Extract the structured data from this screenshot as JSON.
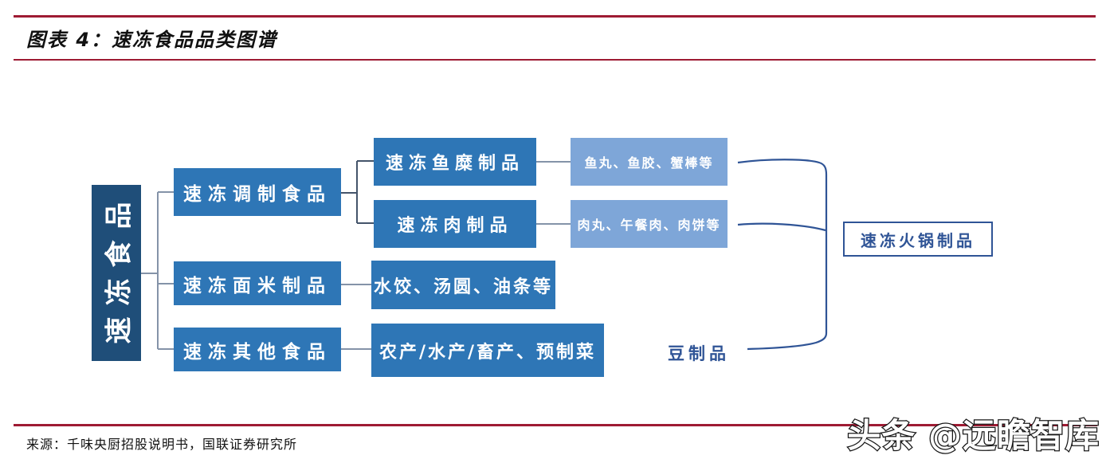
{
  "figure": {
    "title": "图表 4：速冻食品品类图谱",
    "source": "来源：千味央厨招股说明书，国联证券研究所",
    "watermark": "头条 @远瞻智库"
  },
  "colors": {
    "rule_red": "#9E1B33",
    "root_box_blue": "#1F4E79",
    "category_box_blue": "#2E76B6",
    "example_box_light_blue": "#7EA6D8",
    "outline_text_blue": "#2F5496",
    "connector_gray": "#8493A8",
    "connector_dark": "#44546A"
  },
  "diagram": {
    "root": {
      "label": "速冻食品"
    },
    "categories": [
      {
        "label": "速冻调制食品"
      },
      {
        "label": "速冻面米制品"
      },
      {
        "label": "速冻其他食品"
      }
    ],
    "subcategories": [
      {
        "label": "速冻鱼糜制品"
      },
      {
        "label": "速冻肉制品"
      }
    ],
    "examples": [
      {
        "label": "鱼丸、鱼胶、蟹棒等"
      },
      {
        "label": "肉丸、午餐肉、肉饼等"
      },
      {
        "label": "水饺、汤圆、油条等"
      },
      {
        "label": "农产/水产/畜产、预制菜"
      }
    ],
    "related": {
      "label": "豆制品"
    },
    "merged": {
      "label": "速冻火锅制品"
    }
  }
}
